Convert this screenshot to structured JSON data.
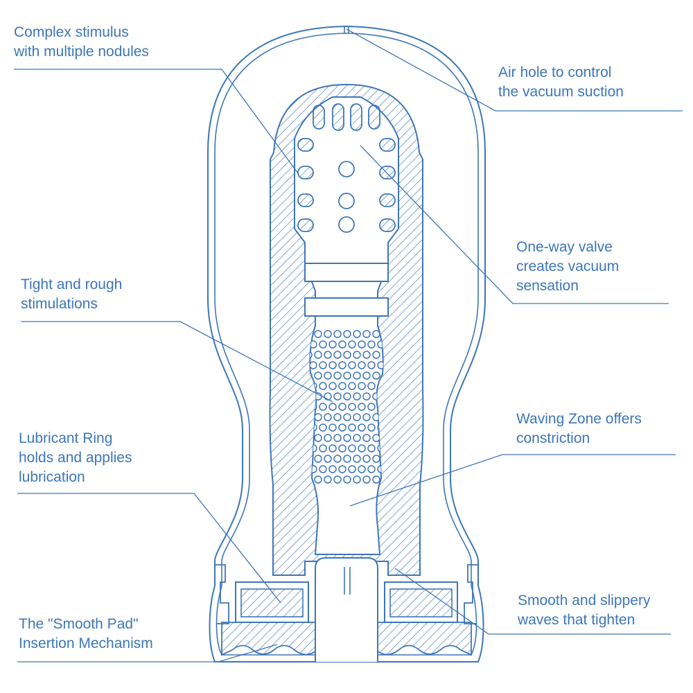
{
  "colors": {
    "line": "#3d76b8",
    "hatch": "#3d76b8",
    "text": "#3d76b8",
    "background": "#ffffff"
  },
  "callouts": {
    "complex_stimulus": [
      "Complex stimulus",
      "with multiple nodules"
    ],
    "air_hole": [
      "Air hole to control",
      "the vacuum suction"
    ],
    "one_way_valve": [
      "One-way valve",
      "creates vacuum",
      "sensation"
    ],
    "tight_rough": [
      "Tight and rough",
      "stimulations"
    ],
    "waving_zone": [
      "Waving Zone offers",
      "constriction"
    ],
    "lubricant_ring": [
      "Lubricant Ring",
      "holds and applies",
      "lubrication"
    ],
    "smooth_slippery": [
      "Smooth and slippery",
      "waves that tighten"
    ],
    "smooth_pad": [
      "The \"Smooth Pad\"",
      "Insertion Mechanism"
    ]
  }
}
